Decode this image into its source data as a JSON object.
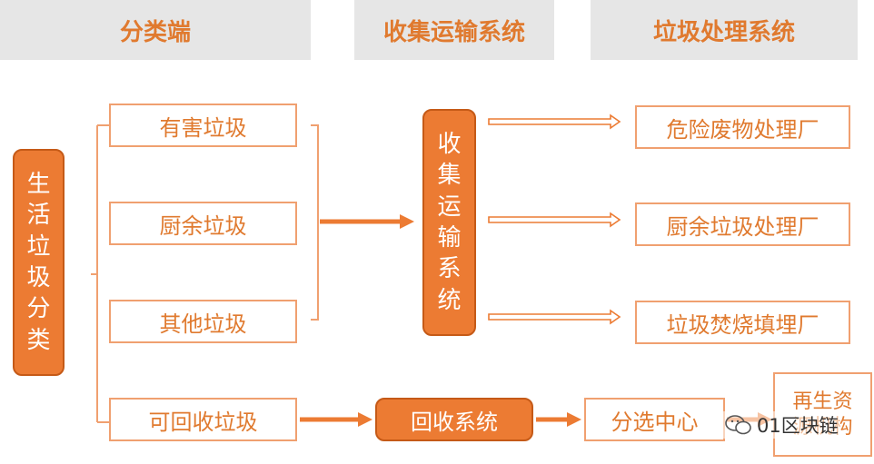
{
  "headers": {
    "classification": "分类端",
    "transport": "收集运输系统",
    "treatment": "垃圾处理系统"
  },
  "root": {
    "label_chars": [
      "生",
      "活",
      "垃",
      "圾",
      "分",
      "类"
    ]
  },
  "categories": {
    "hazardous": "有害垃圾",
    "kitchen": "厨余垃圾",
    "other": "其他垃圾",
    "recyclable": "可回收垃圾"
  },
  "transport_system": {
    "label_chars": [
      "收",
      "集",
      "运",
      "输",
      "系",
      "统"
    ]
  },
  "plants": {
    "hazardous": "危险废物处理厂",
    "kitchen": "厨余垃圾处理厂",
    "incinerate": "垃圾焚烧填埋厂"
  },
  "recycle_chain": {
    "system": "回收系统",
    "sorting": "分选中心",
    "renewable_line1": "再生资",
    "renewable_line2": "源机构"
  },
  "watermark": {
    "text": "01区块链"
  },
  "colors": {
    "accent": "#ec7b33",
    "border": "#f0a070",
    "header_bg": "#e6e6e6",
    "header_text": "#e07a2f"
  }
}
